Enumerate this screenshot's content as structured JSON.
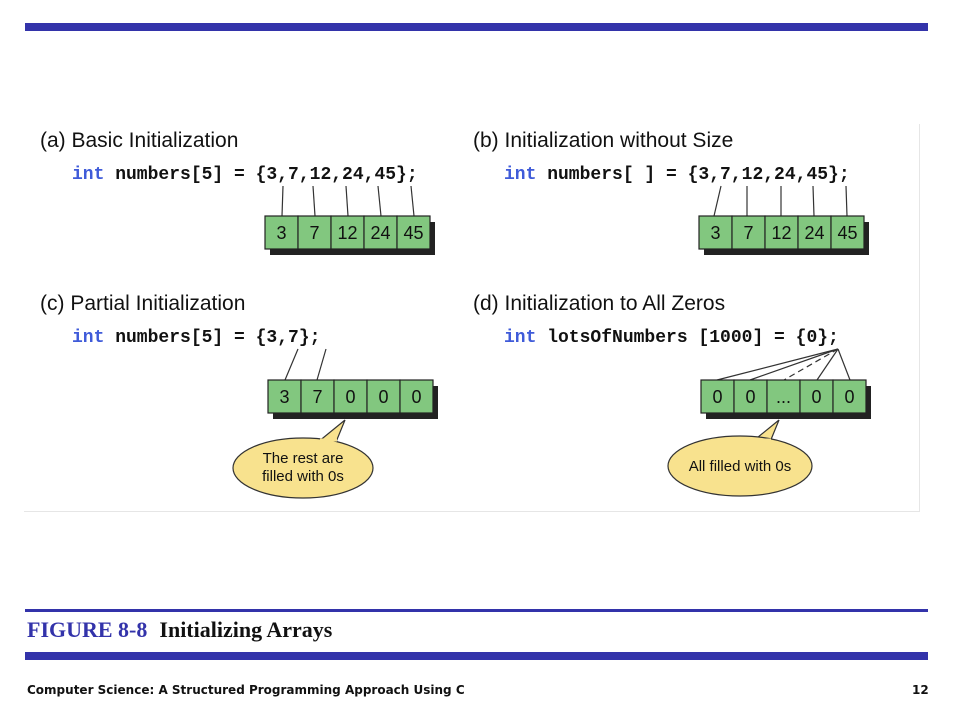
{
  "colors": {
    "accent": "#3333aa",
    "keyword": "#3f5bd9",
    "cell_fill": "#82c77f",
    "callout_fill": "#f8e28e"
  },
  "quadrants": {
    "a": {
      "title": "(a) Basic Initialization",
      "keyword": "int",
      "code": " numbers[5] = {3,7,12,24,45};",
      "cells": [
        "3",
        "7",
        "12",
        "24",
        "45"
      ]
    },
    "b": {
      "title": "(b) Initialization without Size",
      "keyword": "int",
      "code": " numbers[ ] = {3,7,12,24,45};",
      "cells": [
        "3",
        "7",
        "12",
        "24",
        "45"
      ]
    },
    "c": {
      "title": "(c) Partial Initialization",
      "keyword": "int",
      "code": " numbers[5] = {3,7};",
      "cells": [
        "3",
        "7",
        "0",
        "0",
        "0"
      ],
      "callout": [
        "The rest are",
        "filled with 0s"
      ]
    },
    "d": {
      "title": "(d) Initialization to All Zeros",
      "keyword": "int",
      "code": " lotsOfNumbers [1000] = {0};",
      "cells": [
        "0",
        "0",
        "...",
        "0",
        "0"
      ],
      "callout": [
        "All filled with 0s"
      ]
    }
  },
  "caption": {
    "figure_number": "FIGURE 8-8",
    "title": "Initializing Arrays"
  },
  "footer": {
    "book_title": "Computer Science: A Structured Programming Approach Using C",
    "page_number": "12"
  }
}
